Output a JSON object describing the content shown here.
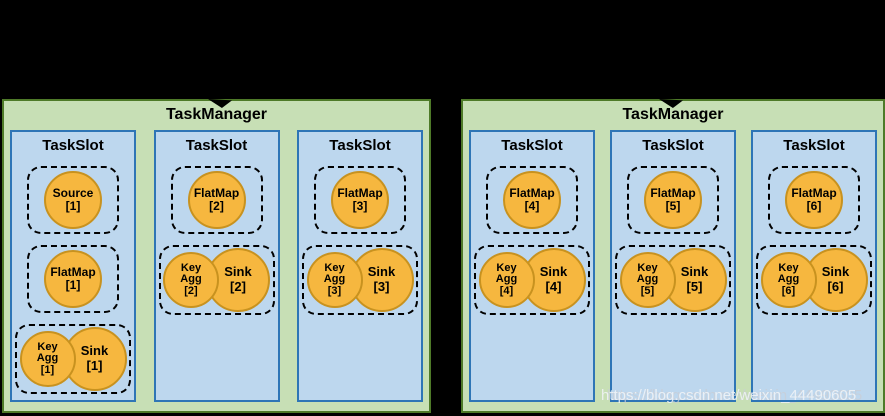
{
  "colors": {
    "background": "#000000",
    "manager-fill": "#c7dfb5",
    "manager-border": "#4e7a28",
    "slot-fill": "#bdd7ee",
    "slot-border": "#2e75b6",
    "task-fill": "#f6b73f",
    "task-border": "#c8921f",
    "text": "#000000"
  },
  "watermark": {
    "text": "https://blog.csdn.net/weixin_44490605"
  },
  "managers": [
    {
      "title": "TaskManager",
      "slots": [
        {
          "title": "TaskSlot",
          "groups": [
            {
              "circles": [
                {
                  "name": "Source",
                  "index": "[1]"
                }
              ]
            },
            {
              "circles": [
                {
                  "name": "FlatMap",
                  "index": "[1]"
                }
              ]
            },
            {
              "circles": [
                {
                  "name": "Key Agg",
                  "index": "[1]"
                },
                {
                  "name": "Sink",
                  "index": "[1]"
                }
              ]
            }
          ]
        },
        {
          "title": "TaskSlot",
          "groups": [
            {
              "circles": [
                {
                  "name": "FlatMap",
                  "index": "[2]"
                }
              ]
            },
            {
              "circles": [
                {
                  "name": "Key Agg",
                  "index": "[2]"
                },
                {
                  "name": "Sink",
                  "index": "[2]"
                }
              ]
            }
          ]
        },
        {
          "title": "TaskSlot",
          "groups": [
            {
              "circles": [
                {
                  "name": "FlatMap",
                  "index": "[3]"
                }
              ]
            },
            {
              "circles": [
                {
                  "name": "Key Agg",
                  "index": "[3]"
                },
                {
                  "name": "Sink",
                  "index": "[3]"
                }
              ]
            }
          ]
        }
      ]
    },
    {
      "title": "TaskManager",
      "slots": [
        {
          "title": "TaskSlot",
          "groups": [
            {
              "circles": [
                {
                  "name": "FlatMap",
                  "index": "[4]"
                }
              ]
            },
            {
              "circles": [
                {
                  "name": "Key Agg",
                  "index": "[4]"
                },
                {
                  "name": "Sink",
                  "index": "[4]"
                }
              ]
            }
          ]
        },
        {
          "title": "TaskSlot",
          "groups": [
            {
              "circles": [
                {
                  "name": "FlatMap",
                  "index": "[5]"
                }
              ]
            },
            {
              "circles": [
                {
                  "name": "Key Agg",
                  "index": "[5]"
                },
                {
                  "name": "Sink",
                  "index": "[5]"
                }
              ]
            }
          ]
        },
        {
          "title": "TaskSlot",
          "groups": [
            {
              "circles": [
                {
                  "name": "FlatMap",
                  "index": "[6]"
                }
              ]
            },
            {
              "circles": [
                {
                  "name": "Key Agg",
                  "index": "[6]"
                },
                {
                  "name": "Sink",
                  "index": "[6]"
                }
              ]
            }
          ]
        }
      ]
    }
  ]
}
